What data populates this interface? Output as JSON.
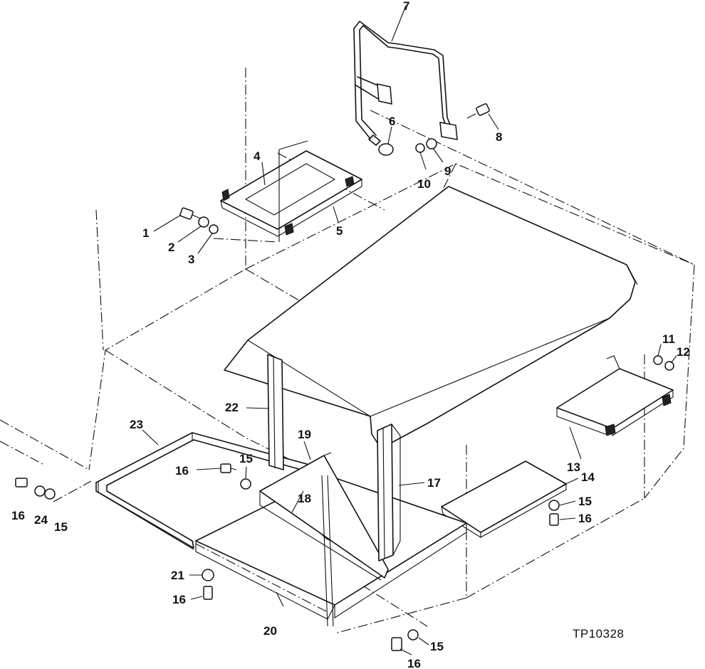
{
  "callouts": {
    "c1": "1",
    "c2": "2",
    "c3": "3",
    "c4": "4",
    "c5": "5",
    "c6": "6",
    "c7": "7",
    "c8": "8",
    "c9": "9",
    "c10": "10",
    "c11": "11",
    "c12": "12",
    "c13": "13",
    "c14": "14",
    "c15a": "15",
    "c15b": "15",
    "c15c": "15",
    "c15d": "15",
    "c16a": "16",
    "c16b": "16",
    "c16c": "16",
    "c16d": "16",
    "c16e": "16",
    "c17": "17",
    "c18": "18",
    "c19": "19",
    "c20": "20",
    "c21": "21",
    "c22": "22",
    "c23": "23",
    "c24": "24"
  },
  "reference": "TP10328"
}
